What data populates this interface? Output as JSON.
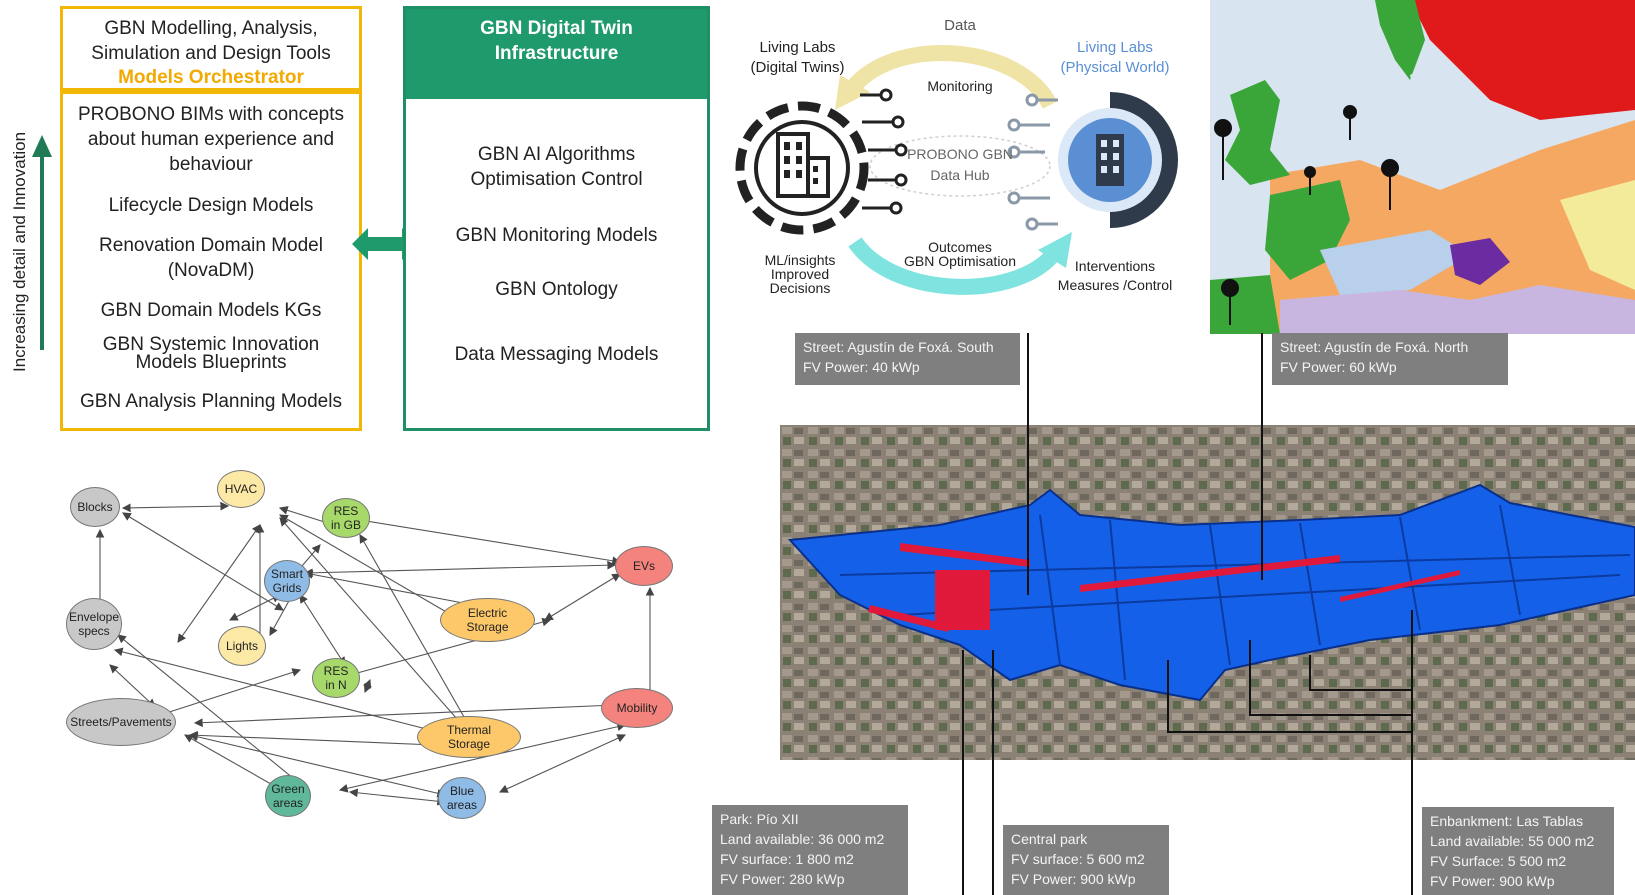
{
  "orchestrator": {
    "title_line1": "GBN Modelling, Analysis,",
    "title_line2": "Simulation and Design Tools",
    "title_highlight": "Models Orchestrator",
    "items": [
      "PROBONO BIMs with concepts",
      "about human experience and",
      "behaviour",
      "Lifecycle Design Models",
      "Renovation Domain Model",
      "(NovaDM)",
      "GBN Domain Models KGs",
      "GBN Systemic Innovation",
      "Models Blueprints",
      "GBN Analysis Planning Models"
    ],
    "side_label": "Increasing detail  and Innovation"
  },
  "digital_twin": {
    "header_line1": "GBN Digital Twin",
    "header_line2": "Infrastructure",
    "items": [
      "GBN AI Algorithms",
      "Optimisation Control",
      "GBN Monitoring Models",
      "GBN Ontology",
      "Data Messaging Models"
    ]
  },
  "cycle": {
    "data": "Data",
    "monitoring": "Monitoring",
    "left_title_1": "Living Labs",
    "left_title_2": "(Digital Twins)",
    "right_title_1": "Living Labs",
    "right_title_2": "(Physical World)",
    "hub_1": "PROBONO GBN",
    "hub_2": "Data Hub",
    "outcomes_1": "Outcomes",
    "outcomes_2": "GBN Optimisation",
    "ml_1": "ML/insights",
    "ml_2": "Improved",
    "ml_3": "Decisions",
    "int_1": "Interventions",
    "int_2": "Measures /Control",
    "colors": {
      "green_arrow": "#e8d36a",
      "cyan_arrow": "#3dd6d0",
      "gear": "#2f3b4a",
      "accent_blue": "#5b8fd4"
    }
  },
  "graph": {
    "nodes": {
      "blocks": "Blocks",
      "hvac": "HVAC",
      "res_gb_1": "RES",
      "res_gb_2": "in GB",
      "evs": "EVs",
      "smart_1": "Smart",
      "smart_2": "Grids",
      "envelope_1": "Envelope",
      "envelope_2": "specs",
      "electric_1": "Electric",
      "electric_2": "Storage",
      "lights": "Lights",
      "res_n_1": "RES",
      "res_n_2": "in N",
      "mobility": "Mobility",
      "streets": "Streets/Pavements",
      "thermal_1": "Thermal",
      "thermal_2": "Storage",
      "green_1": "Green",
      "green_2": "areas",
      "blue_1": "Blue",
      "blue_2": "areas"
    },
    "colors": {
      "gray": "#c8c8c8",
      "yellow": "#fde9a6",
      "green": "#a6d96a",
      "blue": "#8fbce6",
      "orange": "#fdc86a",
      "red": "#f4837d",
      "teal": "#5fb89a"
    }
  },
  "map_labels": {
    "south_1": "Street: Agustín de Foxá. South",
    "south_2": "FV Power: 40 kWp",
    "north_1": "Street: Agustín de Foxá. North",
    "north_2": "FV Power: 60 kWp",
    "park_1": "Park: Pío XII",
    "park_2": "Land available: 36 000 m2",
    "park_3": "FV surface: 1 800 m2",
    "park_4": "FV Power: 280 kWp",
    "central_1": "Central park",
    "central_2": "FV surface: 5 600 m2",
    "central_3": "FV Power: 900 kWp",
    "emb_1": "Enbankment: Las Tablas",
    "emb_2": "Land available: 55 000 m2",
    "emb_3": "FV Surface: 5 500 m2",
    "emb_4": "FV Power: 900 kWp"
  }
}
